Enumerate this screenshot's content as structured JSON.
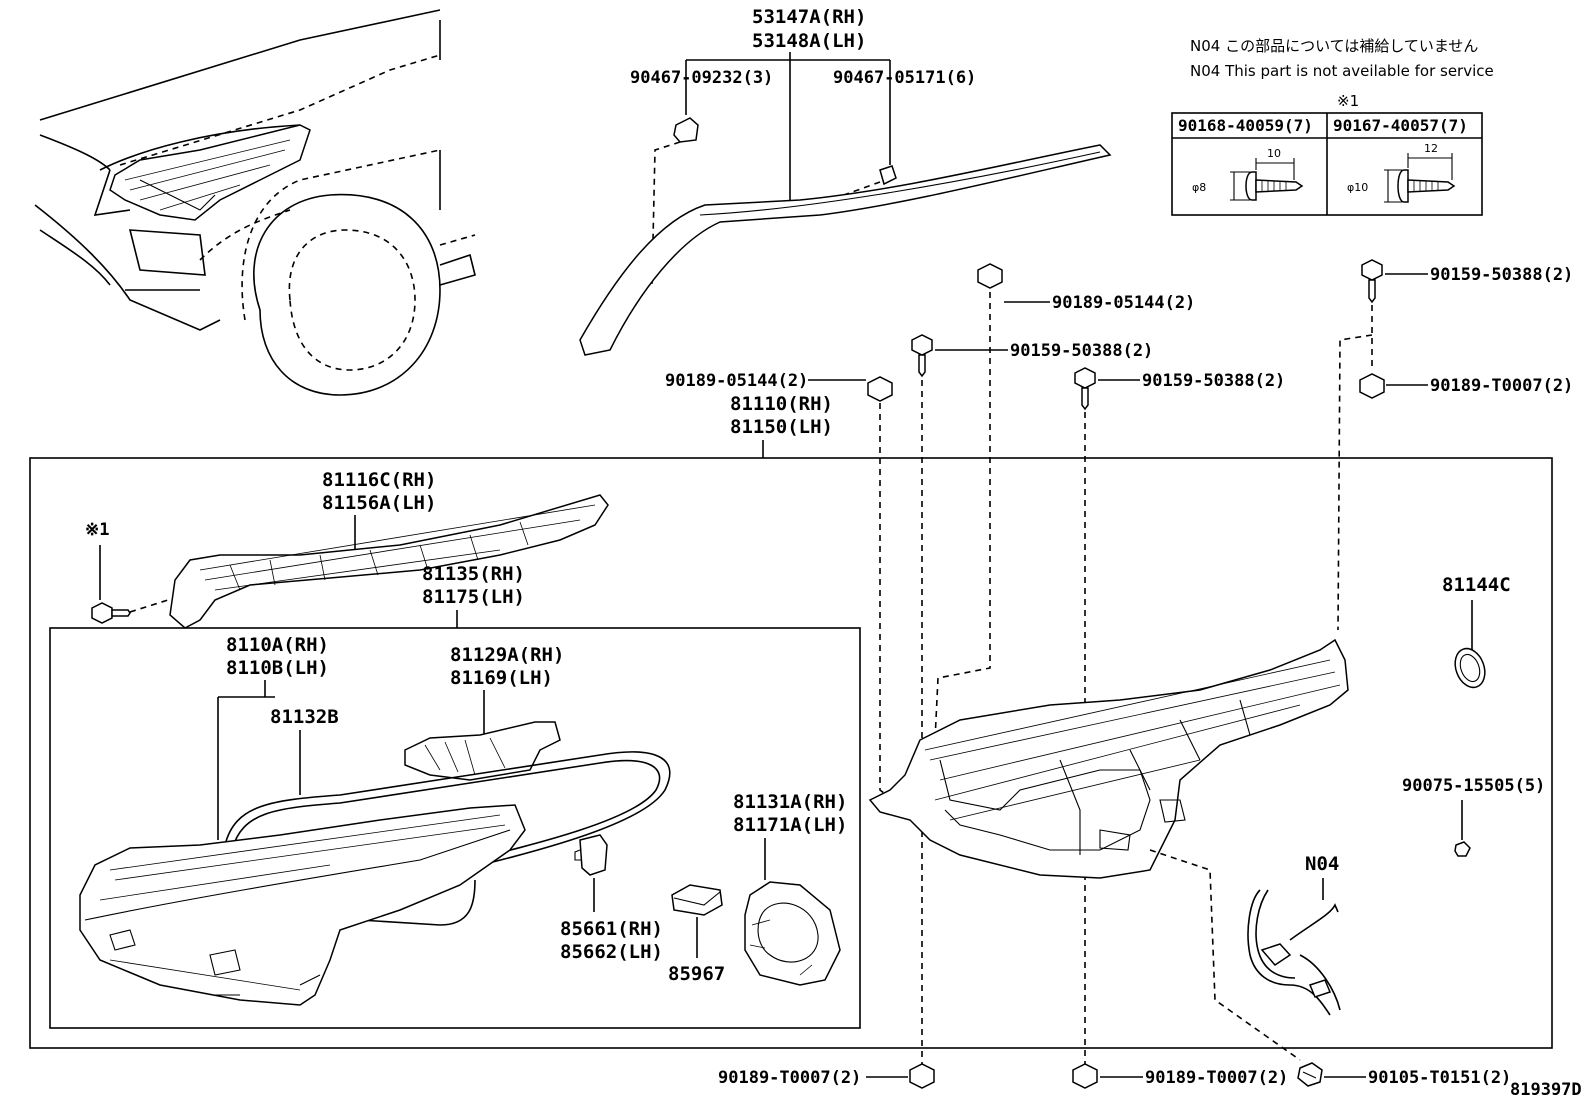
{
  "notes": {
    "line1": "N04 この部品については補給していません",
    "line2": "N04 This part is not aveilable for service",
    "ref_mark": "※1"
  },
  "table": {
    "col1_head": "90168-40059(7)",
    "col2_head": "90167-40057(7)",
    "col1_dim_len": "10",
    "col1_dim_dia": "φ8",
    "col2_dim_len": "12",
    "col2_dim_dia": "φ10"
  },
  "labels": {
    "p53147A": "53147A(RH)",
    "p53148A": "53148A(LH)",
    "p90467_09232": "90467-09232(3)",
    "p90467_05171": "90467-05171(6)",
    "p90159_top": "90159-50388(2)",
    "p90189_05144_a": "90189-05144(2)",
    "p90159_a": "90159-50388(2)",
    "p90159_b": "90159-50388(2)",
    "p90189_05144_b": "90189-05144(2)",
    "p90189_T0007_top": "90189-T0007(2)",
    "p81110": "81110(RH)",
    "p81150": "81150(LH)",
    "p81116C": "81116C(RH)",
    "p81156A": "81156A(LH)",
    "ref1": "※1",
    "p81135": "81135(RH)",
    "p81175": "81175(LH)",
    "p8110A": "8110A(RH)",
    "p8110B": "8110B(LH)",
    "p81132B": "81132B",
    "p81129A": "81129A(RH)",
    "p81169": "81169(LH)",
    "p81131A": "81131A(RH)",
    "p81171A": "81171A(LH)",
    "p85661": "85661(RH)",
    "p85662": "85662(LH)",
    "p85967": "85967",
    "p81144C": "81144C",
    "p90075": "90075-15505(5)",
    "pN04": "N04",
    "p90189_T0007_bl": "90189-T0007(2)",
    "p90189_T0007_bm": "90189-T0007(2)",
    "p90105": "90105-T0151(2)",
    "diagram_id": "819397D"
  }
}
